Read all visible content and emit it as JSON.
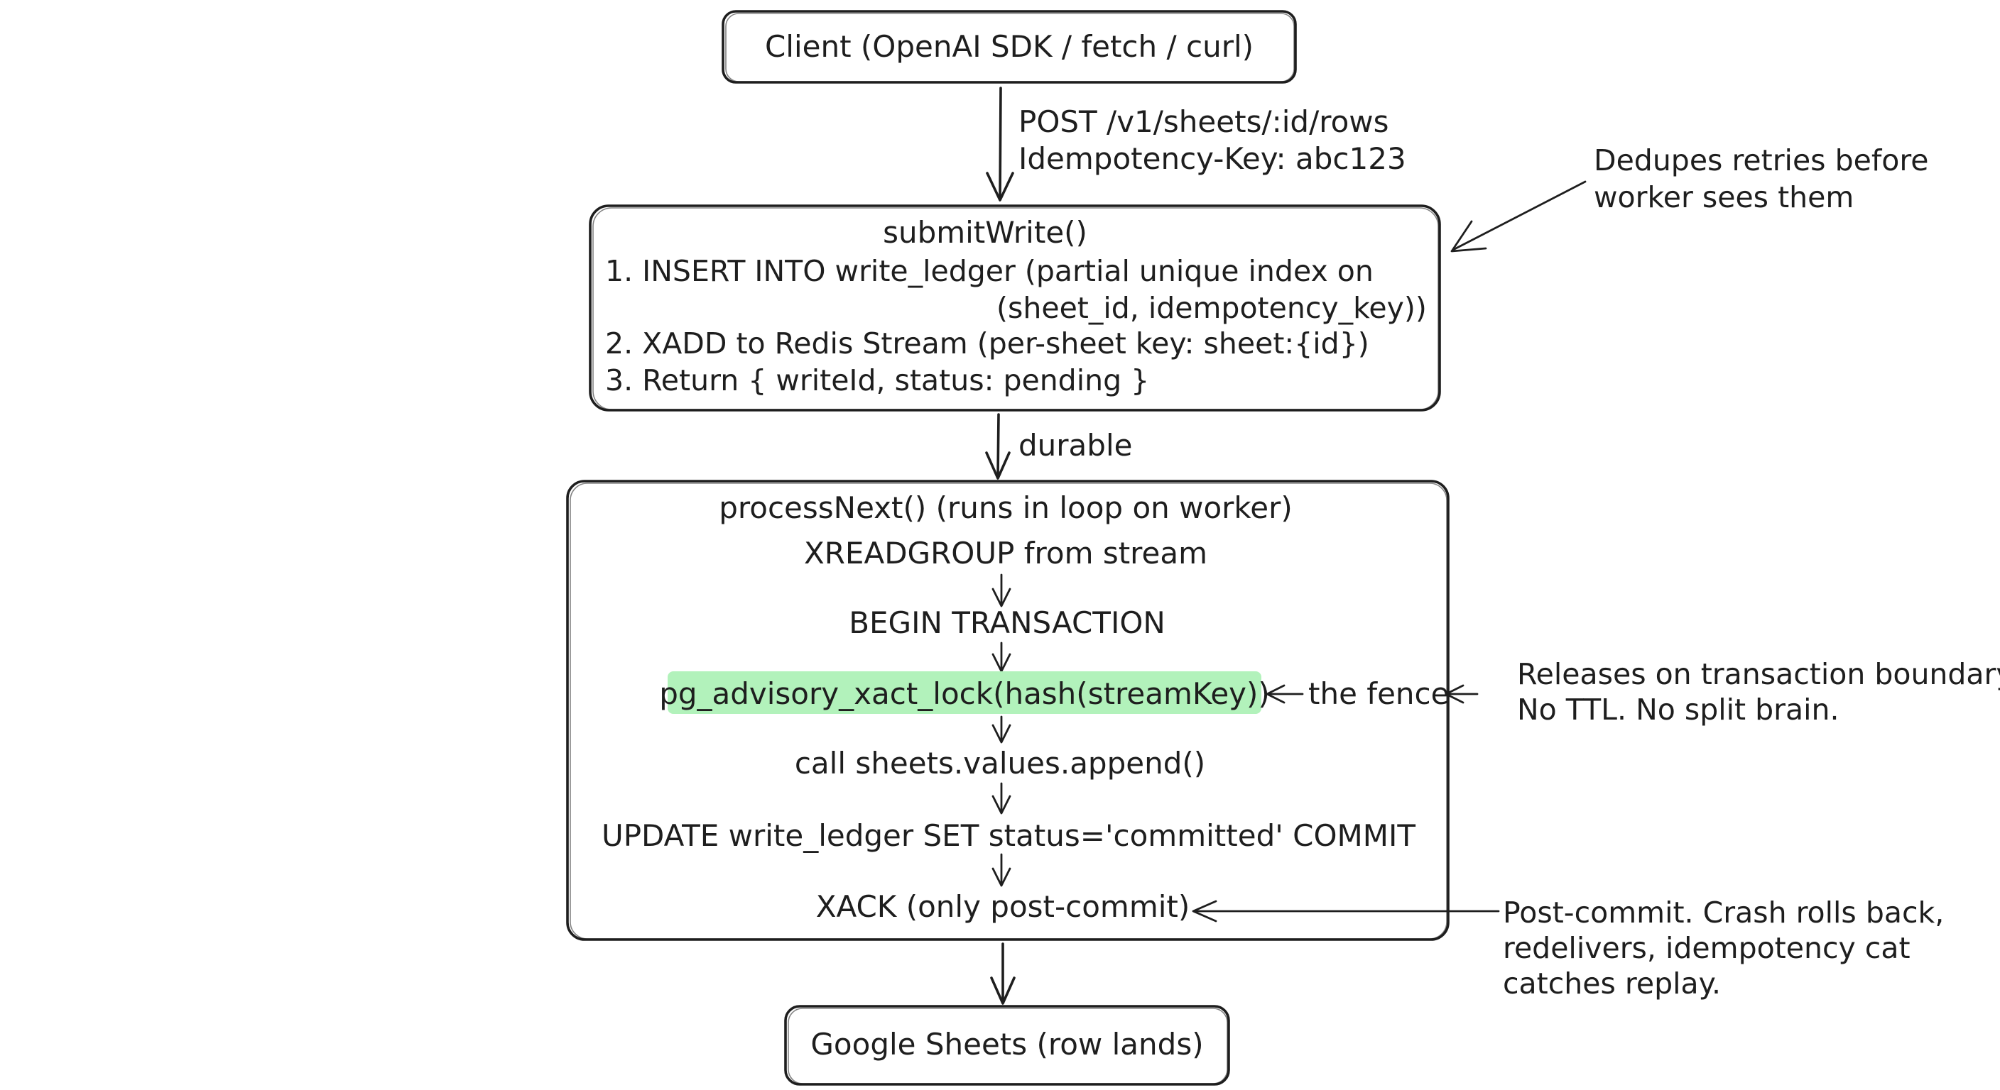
{
  "nodes": {
    "client": {
      "label": "Client (OpenAI SDK / fetch / curl)"
    },
    "submit": {
      "title": "submitWrite()",
      "line1": "1. INSERT INTO write_ledger (partial unique index on",
      "line1b": "(sheet_id, idempotency_key))",
      "line2": "2. XADD to Redis Stream (per-sheet key: sheet:{id})",
      "line3": "3. Return { writeId, status: pending }"
    },
    "process": {
      "title": "processNext() (runs in loop on worker)",
      "steps": [
        "XREADGROUP from stream",
        "BEGIN TRANSACTION",
        "pg_advisory_xact_lock(hash(streamKey))",
        "call sheets.values.append()",
        "UPDATE write_ledger SET status='committed' COMMIT",
        "XACK (only post-commit)"
      ],
      "fence_label": "the fence"
    },
    "sheets": {
      "label": "Google Sheets (row lands)"
    }
  },
  "edges": {
    "client_to_submit": {
      "line1": "POST /v1/sheets/:id/rows",
      "line2": "Idempotency-Key: abc123"
    },
    "submit_to_process": {
      "label": "durable"
    }
  },
  "notes": {
    "dedupe": {
      "line1": "Dedupes retries before",
      "line2": "worker sees them"
    },
    "fence": {
      "line1": "Releases on transaction boundary.",
      "line2": "No TTL. No split brain."
    },
    "postcommit": {
      "line1": "Post-commit. Crash rolls back,",
      "line2": "redelivers, idempotency cat",
      "line3": "catches replay."
    }
  },
  "colors": {
    "stroke": "#1e1e1e",
    "highlight": "#b2f2bb",
    "background": "#ffffff"
  }
}
